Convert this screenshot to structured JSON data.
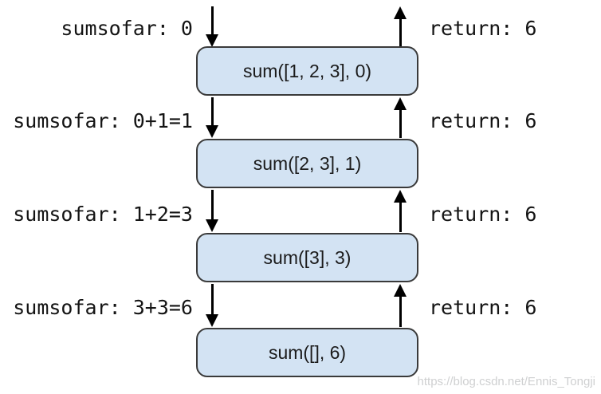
{
  "diagram": {
    "description": "recursive-sum-call-stack",
    "frames": [
      {
        "sumsofar_label": "sumsofar: 0",
        "call_label": "sum([1, 2, 3], 0)",
        "return_label": "return: 6"
      },
      {
        "sumsofar_label": "sumsofar: 0+1=1",
        "call_label": "sum([2, 3], 1)",
        "return_label": "return: 6"
      },
      {
        "sumsofar_label": "sumsofar: 1+2=3",
        "call_label": "sum([3], 3)",
        "return_label": "return: 6"
      },
      {
        "sumsofar_label": "sumsofar: 3+3=6",
        "call_label": "sum([], 6)",
        "return_label": "return: 6"
      }
    ],
    "colors": {
      "box_fill": "#d3e3f3",
      "box_border": "#3a3a3a",
      "arrow": "#000000",
      "label_text": "#141414",
      "watermark": "#cfd0d1"
    },
    "watermark": "https://blog.csdn.net/Ennis_Tongji"
  }
}
